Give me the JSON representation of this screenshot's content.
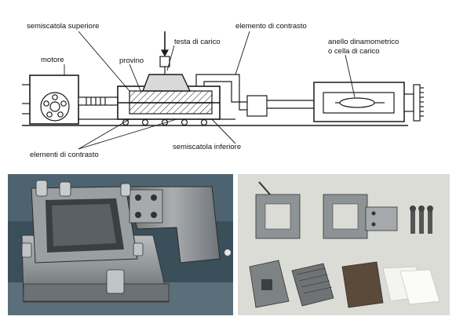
{
  "diagram": {
    "labels": {
      "upper_half_box": "semiscatola superiore",
      "specimen": "provino",
      "load_head": "testa di carico",
      "contrast_element": "elemento di contrasto",
      "ring_line1": "anello dinamometrico",
      "ring_line2": "o cella di carico",
      "motor": "motore",
      "contrast_elements": "elementi di contrasto",
      "lower_half_box": "semiscatola inferiore"
    }
  },
  "photos": {
    "left": {
      "subject": "assembled shear box apparatus"
    },
    "right": {
      "subject": "disassembled shear box components"
    }
  }
}
